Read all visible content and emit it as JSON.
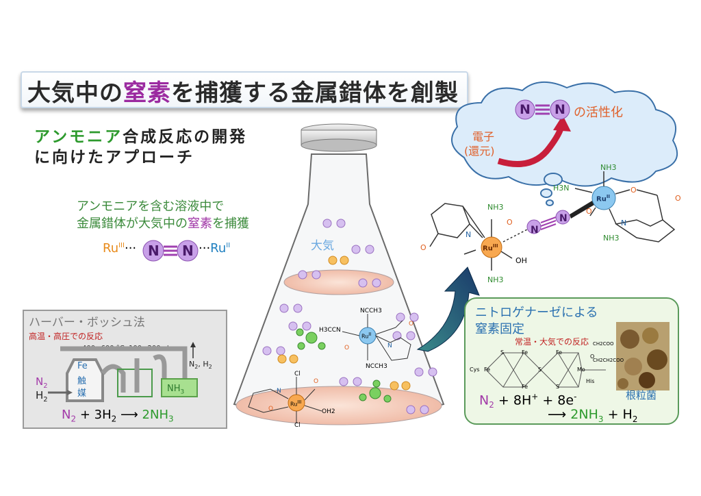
{
  "title": {
    "part1": "大気中の",
    "highlight": "窒素",
    "part2": "を捕獲する金属錯体を創製"
  },
  "subtitle": {
    "green_word": "アンモニア",
    "line1_rest": "合成反応の開発",
    "line2": "に向けたアプローチ"
  },
  "capture_text": {
    "line1": "アンモニアを含む溶液中で",
    "line2_a": "金属錯体が大気中の",
    "line2_hl": "窒素",
    "line2_b": "を捕獲"
  },
  "ru_formula": {
    "left": "Ru",
    "left_sup": "III",
    "dots": "···",
    "right": "Ru",
    "right_sup": "II"
  },
  "n2_atom": "N",
  "flask": {
    "label": "大気"
  },
  "haber": {
    "title": "ハーバー・ボッシュ法",
    "subtitle": "高温・高圧での反応",
    "conditions": "400~600 °C, 100~200 atm",
    "catalyst": [
      "Fe",
      "触",
      "媒"
    ],
    "in_n2": "N",
    "in_h2": "H",
    "out": "N",
    "out_rest": ", H",
    "product_box": "NH",
    "eq_lhs": "N",
    "eq_plus": " + 3H",
    "eq_arrow": "⟶",
    "eq_rhs": "2NH",
    "sub2": "2",
    "sub3": "3"
  },
  "cloud": {
    "activation": "の活性化",
    "electron_line1": "電子",
    "electron_line2": "(還元)"
  },
  "nitrogenase": {
    "title_line1": "ニトロゲナーゼによる",
    "title_line2": "窒素固定",
    "condition": "常温・大気での反応",
    "bacteria": "根粒菌",
    "eq1_a": "N",
    "eq1_b": " + 8H",
    "eq1_c": " + 8e",
    "eq2_arrow": "⟶",
    "eq2_a": "2NH",
    "eq2_b": " + H",
    "plus": "+",
    "minus": "-",
    "sub2": "2",
    "sub3": "3"
  },
  "complex": {
    "atoms": [
      "NH3",
      "H3N",
      "O",
      "O",
      "N",
      "N",
      "Ru",
      "II",
      "O",
      "NH3",
      "N",
      "NH3",
      "N",
      "Ru",
      "III",
      "OH",
      "O",
      "O",
      "NH3"
    ],
    "flask_complex1": [
      "NCCH3",
      "H3CCN",
      "Ru",
      "II",
      "N",
      "O",
      "O",
      "NCCH3"
    ],
    "flask_complex2": [
      "Cl",
      "O",
      "Ru",
      "III",
      "N",
      "O",
      "OH2",
      "Cl"
    ],
    "cluster_labels": [
      "Cys",
      "Fe",
      "S",
      "Fe",
      "S",
      "Fe",
      "S",
      "Fe",
      "Mo",
      "O",
      "His",
      "CH2COO",
      "CH2CH2COO"
    ]
  },
  "colors": {
    "purple": "#a23aa8",
    "green": "#2d9a2d",
    "orange": "#f0a030",
    "blue": "#2080c0",
    "red": "#d23030"
  }
}
